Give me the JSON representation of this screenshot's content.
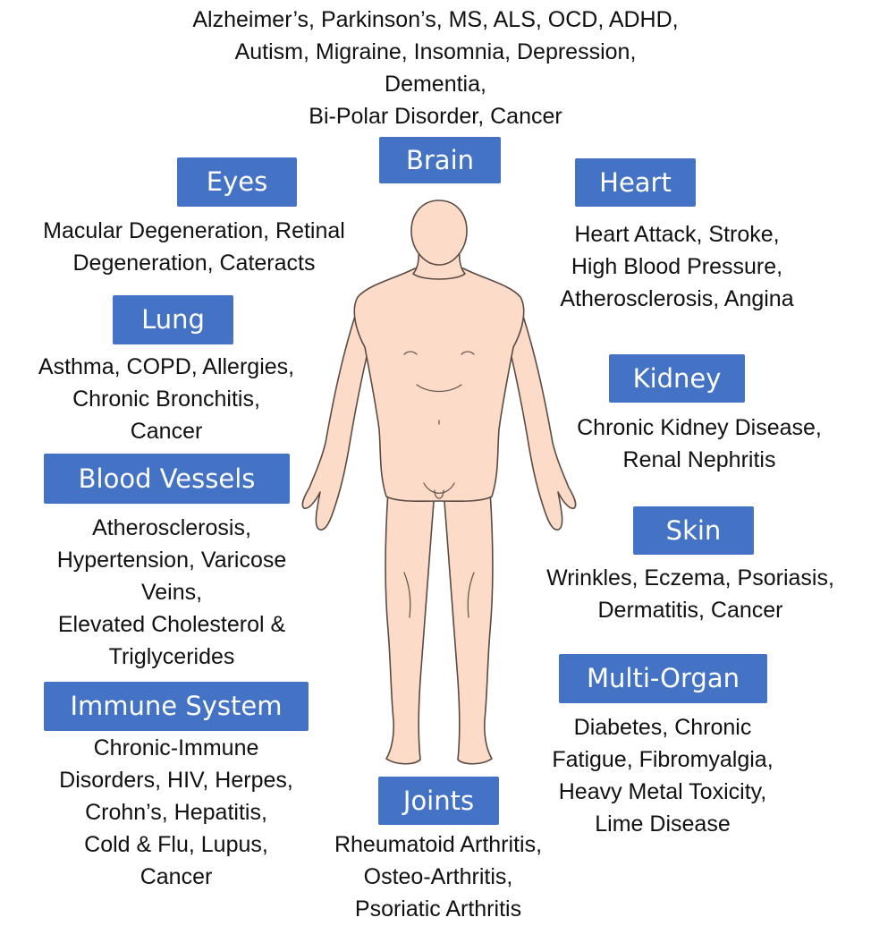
{
  "accent_color": "#4472c4",
  "skin_color": "#fcdcc8",
  "outline_color": "#5a4a44",
  "groups": {
    "brain": {
      "label": "Brain",
      "lines": [
        "Alzheimer’s, Parkinson’s, MS, ALS, OCD, ADHD,",
        "Autism, Migraine, Insomnia, Depression,",
        "Dementia,",
        "Bi-Polar Disorder, Cancer"
      ]
    },
    "eyes": {
      "label": "Eyes",
      "lines": [
        "Macular Degeneration, Retinal",
        "Degeneration, Cateracts"
      ]
    },
    "heart": {
      "label": "Heart",
      "lines": [
        "Heart Attack, Stroke,",
        "High Blood Pressure,",
        "Atherosclerosis, Angina"
      ]
    },
    "lung": {
      "label": "Lung",
      "lines": [
        "Asthma, COPD, Allergies,",
        "Chronic Bronchitis,",
        "Cancer"
      ]
    },
    "kidney": {
      "label": "Kidney",
      "lines": [
        "Chronic Kidney Disease,",
        "Renal Nephritis"
      ]
    },
    "blood_vessels": {
      "label": "Blood Vessels",
      "lines": [
        "Atherosclerosis,",
        "Hypertension, Varicose",
        "Veins,",
        "Elevated Cholesterol &",
        "Triglycerides"
      ]
    },
    "skin": {
      "label": "Skin",
      "lines": [
        "Wrinkles, Eczema, Psoriasis,",
        "Dermatitis, Cancer"
      ]
    },
    "multi_organ": {
      "label": "Multi-Organ",
      "lines": [
        "Diabetes, Chronic",
        "Fatigue, Fibromyalgia,",
        "Heavy Metal Toxicity,",
        "Lime Disease"
      ]
    },
    "immune_system": {
      "label": "Immune System",
      "lines": [
        "Chronic-Immune",
        "Disorders, HIV, Herpes,",
        "Crohn’s, Hepatitis,",
        "Cold & Flu, Lupus,",
        "Cancer"
      ]
    },
    "joints": {
      "label": "Joints",
      "lines": [
        "Rheumatoid Arthritis,",
        "Osteo-Arthritis,",
        "Psoriatic Arthritis"
      ]
    }
  }
}
